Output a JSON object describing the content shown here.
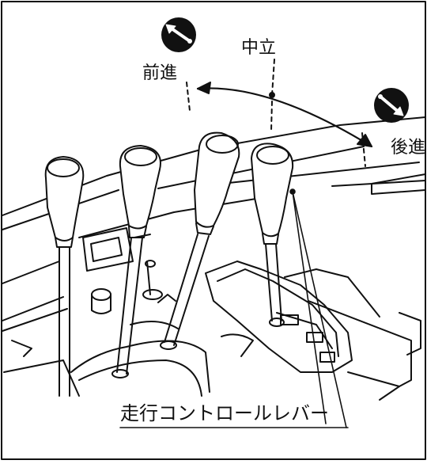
{
  "labels": {
    "neutral": "中立",
    "forward": "前進",
    "reverse": "後進",
    "lever": "走行コントロールレバー"
  },
  "colors": {
    "ink": "#111111",
    "paper": "#ffffff"
  },
  "icons": {
    "forward": "arrow-up-left-icon",
    "reverse": "arrow-down-right-icon"
  }
}
